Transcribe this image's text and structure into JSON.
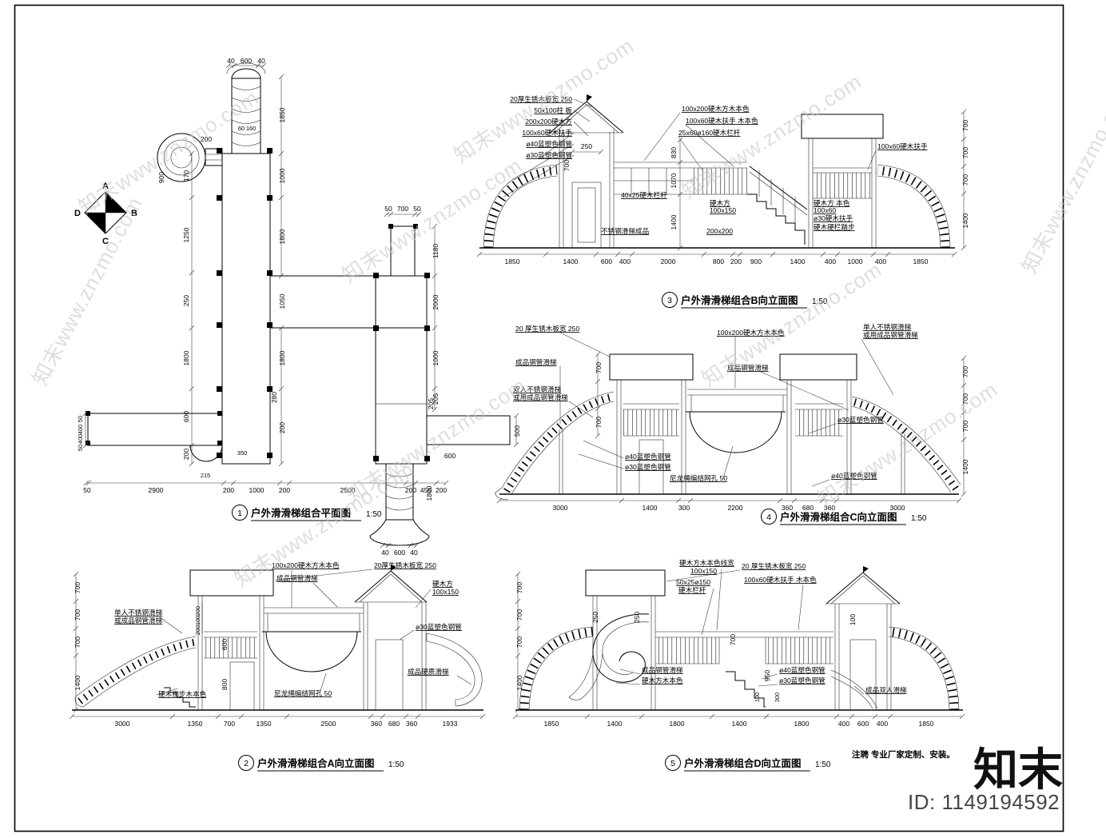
{
  "page": {
    "watermark": "知末www.znzmo.com",
    "logo": "知末",
    "id_label": "ID: 1149194592",
    "note": "注聘 专业厂家定制、安装。"
  },
  "compass": {
    "top": "A",
    "right": "B",
    "bottom": "C",
    "left": "D"
  },
  "titles": {
    "plan": {
      "num": "1",
      "text": "户外滑滑梯组合平面图",
      "scale": "1:50"
    },
    "a": {
      "num": "2",
      "text": "户外滑滑梯组合A向立面图",
      "scale": "1:50"
    },
    "b": {
      "num": "3",
      "text": "户外滑滑梯组合B向立面图",
      "scale": "1:50"
    },
    "c": {
      "num": "4",
      "text": "户外滑滑梯组合C向立面图",
      "scale": "1:50"
    },
    "d": {
      "num": "5",
      "text": "户外滑滑梯组合D向立面图",
      "scale": "1:50"
    }
  },
  "plan": {
    "top": [
      "40",
      "600",
      "40"
    ],
    "ladder_top": [
      "50",
      "700",
      "50"
    ],
    "slide_bottom": [
      "40",
      "600",
      "40"
    ],
    "left": [
      "900",
      "200",
      "170",
      "1250",
      "250",
      "1800",
      "600",
      "200"
    ],
    "right": [
      "1850",
      "1000",
      "1800",
      "1050",
      "1800",
      "200"
    ],
    "t2": [
      "1180",
      "2000",
      "1000",
      "205",
      "1800",
      "600"
    ],
    "walk_left": [
      "50",
      "400",
      "400",
      "50"
    ],
    "misc": [
      "60 160",
      "280",
      "215",
      "350",
      "500",
      "205"
    ],
    "bottom": [
      "50",
      "2900",
      "200",
      "1000",
      "200",
      "2500",
      "200",
      "450",
      "200"
    ]
  },
  "b": {
    "left_ann": [
      "20厚生锈木板宽 250",
      "50x100柱 板",
      "200x200硬木方",
      "100x60硬木扶手",
      "ø40蓝塑色钢管",
      "ø30蓝塑色钢管"
    ],
    "top_ann": [
      "100x200硬木方木本色",
      "100x60硬木扶手 木本色",
      "25x60ø160硬木栏杆",
      "100x60硬木扶手"
    ],
    "mid_ann": [
      "40x25硬木栏杆",
      "硬木方",
      "100x150",
      "200x200",
      "不锈钢滑梯成品",
      "硬木方 本色",
      "100x60",
      "ø30硬木扶手",
      "硬木硬栏踏步"
    ],
    "vdims": [
      "250",
      "700",
      "830",
      "1070",
      "1400"
    ],
    "right": [
      "700",
      "700",
      "700",
      "1400"
    ],
    "bottom": [
      "1850",
      "1400",
      "600",
      "400",
      "2000",
      "800",
      "200",
      "900",
      "1400",
      "400",
      "1000",
      "400",
      "1850"
    ]
  },
  "c": {
    "ann": [
      "20 厚生锈木板宽 250",
      "成品钢管滑梯",
      "双人不锈钢滑梯",
      "或用成品钢管滑梯",
      "100x200硬木方木本色",
      "成品钢管滑梯",
      "单人不锈钢滑梯",
      "或用成品钢管滑梯",
      "ø30蓝塑色钢管",
      "ø40蓝塑色钢管",
      "ø30蓝塑色钢管",
      "ø40蓝塑色钢管",
      "尼龙绳编结网孔 50"
    ],
    "vdims": [
      "700",
      "700"
    ],
    "right": [
      "700",
      "700",
      "700",
      "1400"
    ],
    "bottom": [
      "3000",
      "1400",
      "300",
      "2200",
      "360",
      "680",
      "360",
      "3000"
    ]
  },
  "a": {
    "ann": [
      "单人不锈钢滑梯",
      "或成品钢管滑梯",
      "硬木梯步木本色",
      "100x200硬木方木本色",
      "成品钢管滑梯",
      "20厚生锈木板宽 250",
      "硬木方",
      "100x150",
      "ø30蓝塑色钢管",
      "成品硬质滑梯",
      "尼龙绳编结网孔 50"
    ],
    "vdims": [
      "200",
      "100",
      "200",
      "600",
      "800"
    ],
    "left": [
      "700",
      "700",
      "700",
      "1400"
    ],
    "bottom": [
      "3000",
      "1350",
      "700",
      "1350",
      "2500",
      "360",
      "680",
      "360",
      "1933"
    ]
  },
  "d": {
    "ann": [
      "硬木方木本色线宽",
      "100x150",
      "50x25ø150",
      "硬木栏杆",
      "20 厚生锈木板宽 250",
      "100x60硬木扶手 木本色",
      "成品钢管滑梯",
      "硬木方木本色",
      "ø40蓝塑色钢管",
      "ø30蓝塑色钢管",
      "成品双人滑梯"
    ],
    "vdims": [
      "250",
      "250",
      "100",
      "700",
      "950",
      "100",
      "300"
    ],
    "left": [
      "700",
      "700",
      "700",
      "1400"
    ],
    "bottom": [
      "1850",
      "1400",
      "1800",
      "1400",
      "1800",
      "400",
      "600",
      "400",
      "1850"
    ]
  }
}
